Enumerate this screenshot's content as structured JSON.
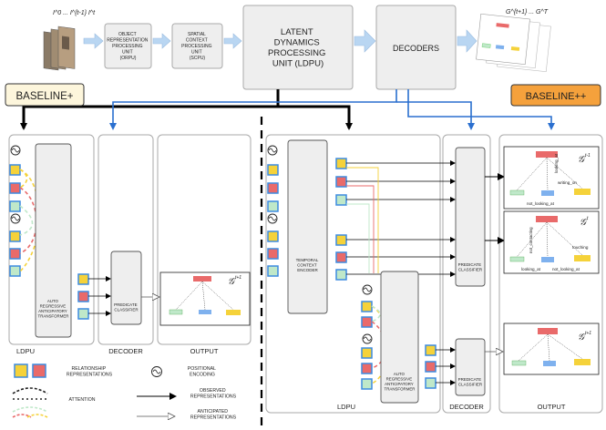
{
  "pipeline": {
    "input_frames_label": "I^0 ... I^{t-1} I^t",
    "orpu": [
      "OBJECT",
      "REPRESENTATION",
      "PROCESSING",
      "UNIT",
      "(ORPU)"
    ],
    "scpu": [
      "SPATIAL",
      "CONTEXT",
      "PROCESSING",
      "UNIT",
      "(SCPU)"
    ],
    "ldpu": [
      "LATENT",
      "DYNAMICS",
      "PROCESSING",
      "UNIT (LDPU)"
    ],
    "decoders": "DECODERS",
    "output_graphs_label": "G^{t+1} ... G^T"
  },
  "badges": {
    "baseline_plus": "BASELINE+",
    "baseline_plus_plus": "BASELINE++"
  },
  "left_panel": {
    "transformer_label": [
      "AUTO",
      "REGRESSIVE",
      "ANTICIPATORY",
      "TRANSFORMER"
    ],
    "classifier_label": [
      "PREDICATE",
      "CLASSIFIER"
    ],
    "graph_sup": "t+1",
    "section_labels": [
      "LDPU",
      "DECODER",
      "OUTPUT"
    ]
  },
  "right_panel": {
    "encoder_label": [
      "TEMPORAL",
      "CONTEXT",
      "ENCODER"
    ],
    "transformer_label": [
      "AUTO",
      "REGRESSIVE",
      "ANTICIPATORY",
      "TRANSFORMER"
    ],
    "classifier_label": [
      "PREDICATE",
      "CLASSIFIER"
    ],
    "graph_sups": [
      "t-1",
      "t",
      "t+1"
    ],
    "graph_words_a": [
      "writing_on",
      "not_looking_at",
      "looking_at"
    ],
    "graph_words_b": [
      "looking_at",
      "not_contacting",
      "not_looking_at",
      "touching"
    ],
    "section_labels": [
      "LDPU",
      "DECODER",
      "OUTPUT"
    ]
  },
  "legend": {
    "relationship": [
      "RELATIONSHIP",
      "REPRESENTATIONS"
    ],
    "positional": [
      "POSITIONAL",
      "ENCODING"
    ],
    "attention": "ATTENTION",
    "observed": [
      "OBSERVED",
      "REPRESENTATIONS"
    ],
    "anticipated": [
      "ANTICIPATED",
      "REPRESENTATIONS"
    ]
  },
  "colors": {
    "yellow": "#f5d23a",
    "red": "#e96a6a",
    "green": "#bfe8c9",
    "blue_border": "#3d8be0",
    "arrow_blue": "#2a6fcf",
    "box_fill": "#eeeeee",
    "box_stroke": "#999999",
    "baseline_plus_fill": "#fdf6dc",
    "baseline_pp_fill": "#f5a13c"
  }
}
